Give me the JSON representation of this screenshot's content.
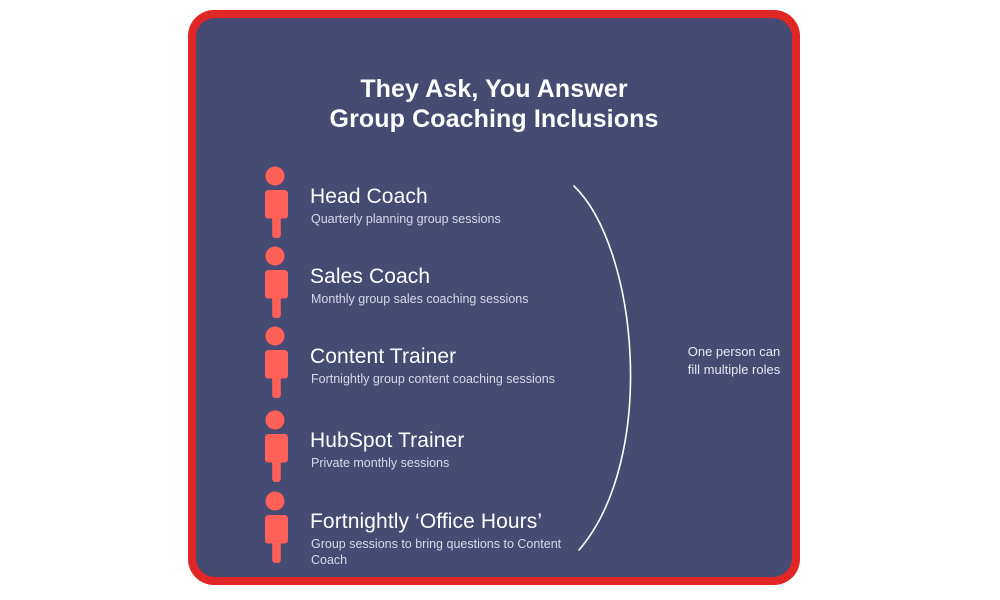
{
  "card": {
    "border_color": "#e02726",
    "background_color": "#454b72",
    "icon_color": "#ff6057",
    "title_color": "#ffffff",
    "subtitle_color": "#d6d9e5"
  },
  "title": {
    "line1": "They Ask, You Answer",
    "line2": "Group Coaching Inclusions"
  },
  "rows": [
    {
      "icon": "person-icon",
      "title": "Head Coach",
      "subtitle": "Quarterly planning group sessions"
    },
    {
      "icon": "person-icon",
      "title": "Sales Coach",
      "subtitle": "Monthly group sales coaching sessions"
    },
    {
      "icon": "person-icon",
      "title": "Content Trainer",
      "subtitle": "Fortnightly group content coaching sessions"
    },
    {
      "icon": "person-icon",
      "title": "HubSpot Trainer",
      "subtitle": "Private monthly sessions"
    },
    {
      "icon": "person-icon",
      "title": "Fortnightly ‘Office Hours’",
      "subtitle": "Group sessions to bring questions to Content Coach"
    }
  ],
  "annotation": {
    "line1": "One person can",
    "line2": "fill multiple roles"
  }
}
